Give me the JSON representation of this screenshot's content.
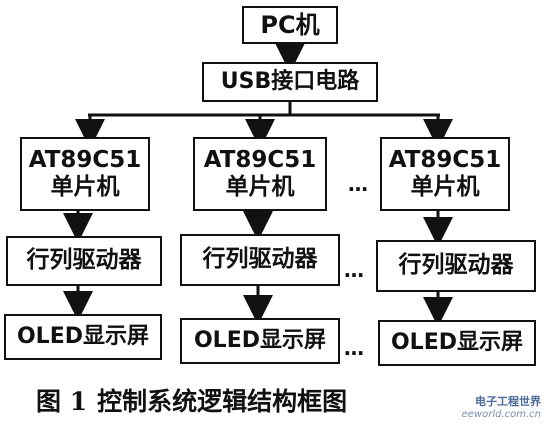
{
  "diagram": {
    "top_box": "PC机",
    "usb_box": "USB接口电路",
    "columns": [
      {
        "mcu_line1": "AT89C51",
        "mcu_line2": "单片机",
        "driver": "行列驱动器",
        "display": "OLED显示屏"
      },
      {
        "mcu_line1": "AT89C51",
        "mcu_line2": "单片机",
        "driver": "行列驱动器",
        "display": "OLED显示屏"
      },
      {
        "mcu_line1": "AT89C51",
        "mcu_line2": "单片机",
        "driver": "行列驱动器",
        "display": "OLED显示屏"
      }
    ],
    "ellipsis": "…"
  },
  "caption": {
    "number": "图 1",
    "text": "控制系统逻辑结构框图"
  },
  "watermark": {
    "line1": "电子工程世界",
    "line2": "eeworld.com.cn"
  }
}
